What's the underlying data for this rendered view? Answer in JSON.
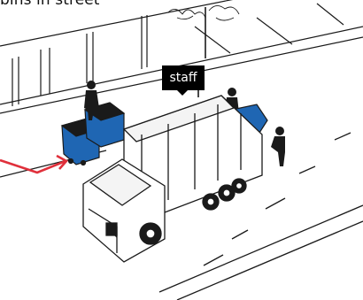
{
  "caption": "bins in street",
  "label": "staff",
  "colors": {
    "bin_blue": "#1f66b3",
    "arrow_red": "#e0303b",
    "line": "#1a1a1a",
    "street_gray": "#f4f4f4"
  },
  "icons": [
    "person-icon",
    "garbage-truck",
    "wheelie-bin",
    "tree",
    "arrow-icon"
  ]
}
